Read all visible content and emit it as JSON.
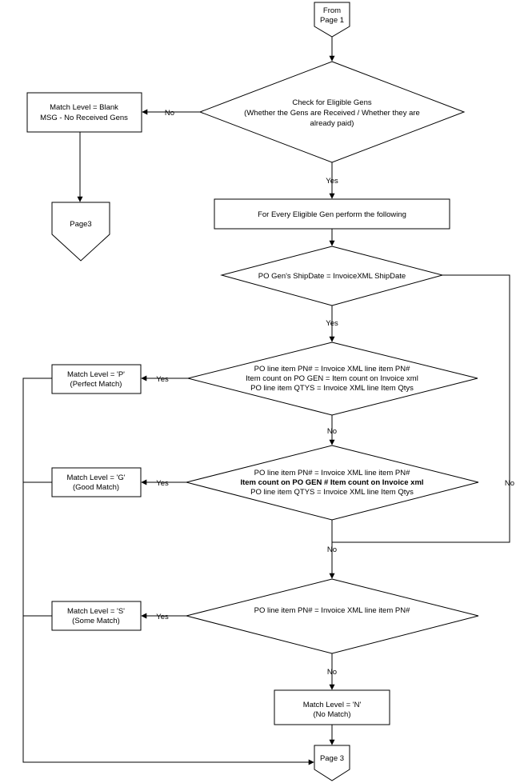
{
  "start_connector": {
    "lines": [
      "From",
      "Page 1"
    ]
  },
  "eligibility_check": {
    "lines": [
      "Check for Eligible Gens",
      "(Whether the Gens are Received / Whether they are",
      "already paid)"
    ]
  },
  "blank_result": {
    "lines": [
      "Match Level = Blank",
      "MSG - No Received Gens"
    ]
  },
  "page3_top_connector": {
    "label": "Page3"
  },
  "for_every_gen": {
    "label": "For Every Eligible Gen perform the following"
  },
  "shipdate_check": {
    "label": "PO Gen's ShipDate = InvoiceXML ShipDate"
  },
  "perfect_check": {
    "lines": [
      "PO line item PN# = Invoice XML line item PN#",
      "Item count on PO GEN = Item count on Invoice xml",
      "PO line item QTYS = Invoice XML line Item Qtys"
    ]
  },
  "perfect_result": {
    "lines": [
      "Match Level = 'P'",
      "(Perfect Match)"
    ]
  },
  "good_check": {
    "lines": [
      "PO line item PN# = Invoice XML line item PN#",
      "Item count on PO GEN # Item count on Invoice xml",
      "PO line item QTYS = Invoice XML line Item Qtys"
    ]
  },
  "good_result": {
    "lines": [
      "Match Level = 'G'",
      "(Good Match)"
    ]
  },
  "some_check": {
    "label": "PO line item PN# = Invoice XML line item PN#"
  },
  "some_result": {
    "lines": [
      "Match Level = 'S'",
      "(Some Match)"
    ]
  },
  "no_match_result": {
    "lines": [
      "Match Level = 'N'",
      "(No Match)"
    ]
  },
  "page3_bottom_connector": {
    "label": "Page 3"
  },
  "edge_labels": {
    "eligibility_no": "No",
    "eligibility_yes": "Yes",
    "shipdate_yes": "Yes",
    "shipdate_no": "No",
    "perfect_yes": "Yes",
    "perfect_no": "No",
    "good_yes": "Yes",
    "good_no": "No",
    "some_yes": "Yes",
    "some_no": "No"
  }
}
